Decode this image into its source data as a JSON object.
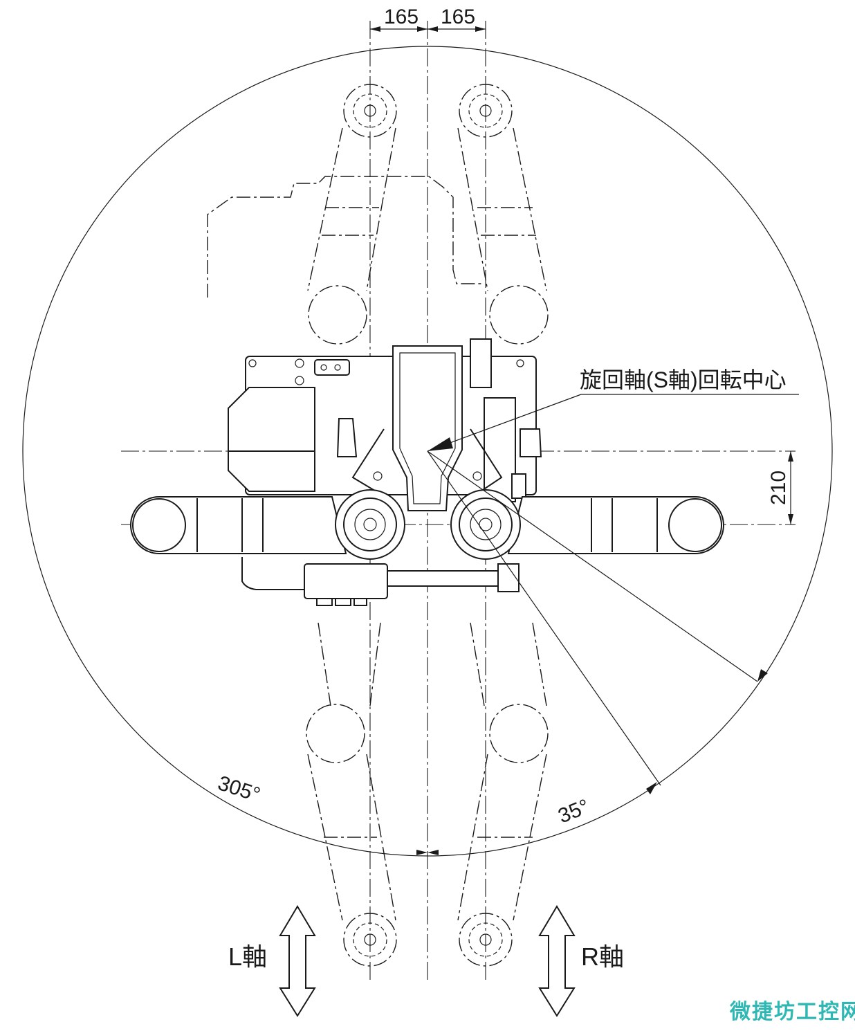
{
  "dimensions": {
    "left_offset": "165",
    "right_offset": "165",
    "vertical_offset": "210"
  },
  "labels": {
    "rotation_center": "旋回軸(S軸)回転中心",
    "l_axis": "L軸",
    "r_axis": "R軸"
  },
  "angles": {
    "main_range": "305°",
    "cutout_range": "35°"
  },
  "watermark": "微捷坊工控网",
  "colors": {
    "line": "#1a1a1a",
    "watermark": "#2fb8b3",
    "background": "#ffffff"
  }
}
